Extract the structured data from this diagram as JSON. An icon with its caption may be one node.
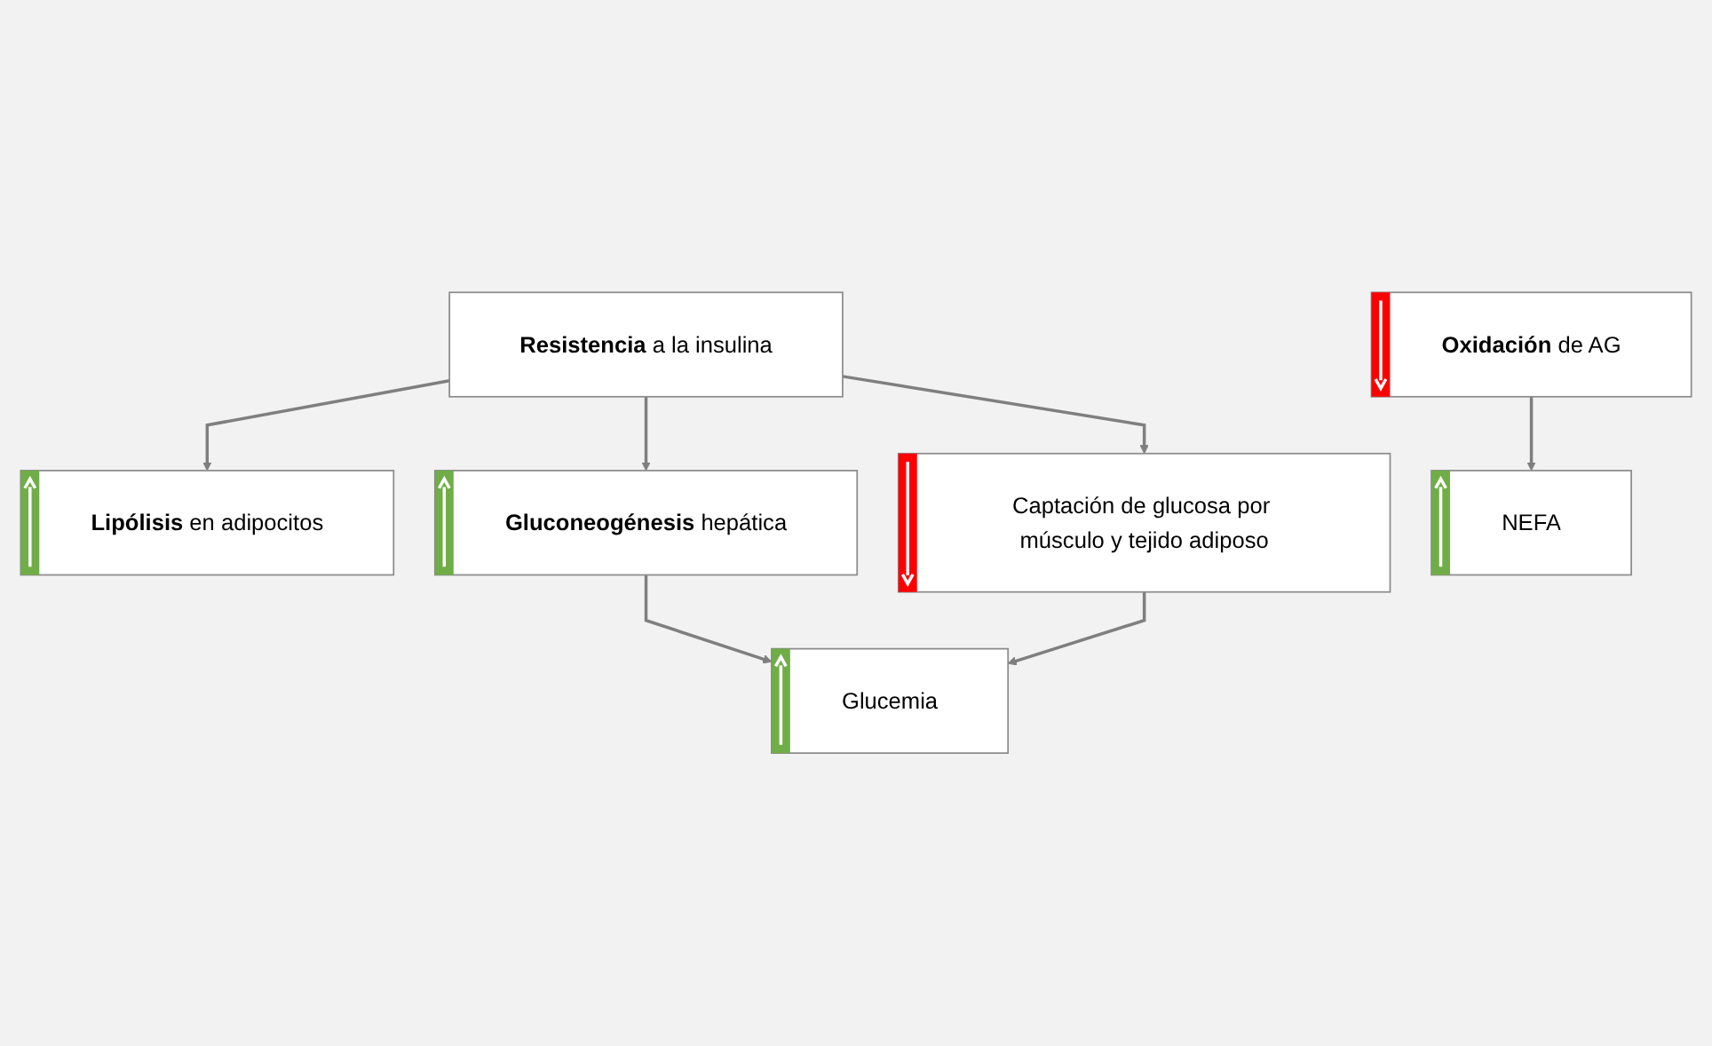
{
  "diagram": {
    "nodes": [
      {
        "text": [
          "**Resistencia** a la insulina"
        ]
      },
      {
        "text": [
          "**Lipólisis** en adipocitos"
        ]
      },
      {
        "text": [
          "**Oxidación** de AG"
        ]
      },
      {
        "text": [
          "**Gluconeogénesis** hepática"
        ]
      },
      {
        "text": [
          "Captación de glucosa por músculo y tejido adiposo"
        ]
      },
      {
        "text": [
          "NEFA"
        ]
      },
      {
        "text": [
          "Glucemia"
        ]
      }
    ],
    "edges": [
      {
        "from": 0,
        "to": 1,
        "arrow": "to"
      },
      {
        "from": 0,
        "to": 3,
        "arrow": "to"
      },
      {
        "from": 0,
        "to": 4,
        "arrow": "to"
      },
      {
        "from": 2,
        "to": 5,
        "arrow": "to"
      },
      {
        "from": 3,
        "to": 6,
        "arrow": "to"
      },
      {
        "from": 4,
        "to": 6,
        "arrow": "to"
      }
    ]
  }
}
